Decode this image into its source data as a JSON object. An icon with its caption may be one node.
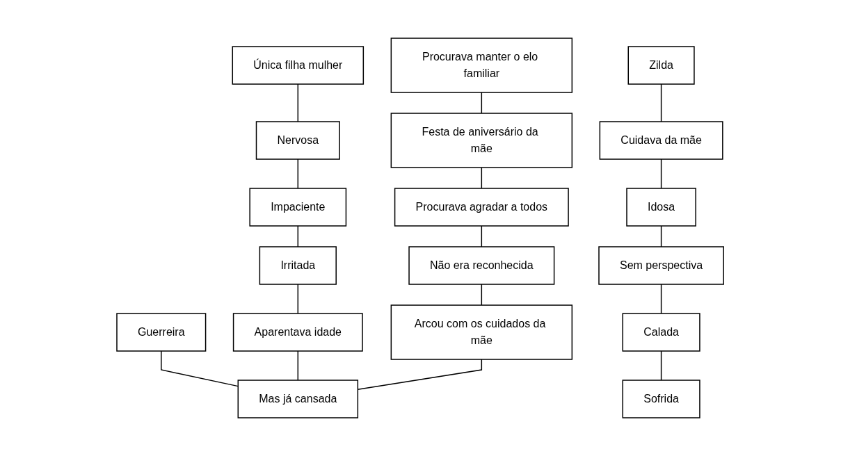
{
  "diagram": {
    "nodes": [
      {
        "text": [
          "Única filha mulher"
        ]
      },
      {
        "text": [
          "Nervosa"
        ]
      },
      {
        "text": [
          "Impaciente"
        ]
      },
      {
        "text": [
          "Irritada"
        ]
      },
      {
        "text": [
          "Aparentava idade"
        ]
      },
      {
        "text": [
          "Zilda"
        ]
      },
      {
        "text": [
          "Cuidava da mãe"
        ]
      },
      {
        "text": [
          "Idosa"
        ]
      },
      {
        "text": [
          "Sem perspectiva"
        ]
      },
      {
        "text": [
          "Calada"
        ]
      },
      {
        "text": [
          "Sofrida"
        ]
      },
      {
        "text": [
          "Guerreira"
        ]
      },
      {
        "text": [
          "Mas já cansada"
        ]
      },
      {
        "text": [
          "Procurava manter o elo familiar"
        ]
      },
      {
        "text": [
          "Festa de aniversário da mãe"
        ]
      },
      {
        "text": [
          "Procurava agradar a todos"
        ]
      },
      {
        "text": [
          "Não era reconhecida"
        ]
      },
      {
        "text": [
          "Arcou com os cuidados da mãe"
        ]
      }
    ],
    "edges": [
      {
        "from": 0,
        "to": 1,
        "arrow": "none"
      },
      {
        "from": 1,
        "to": 2,
        "arrow": "none"
      },
      {
        "from": 2,
        "to": 3,
        "arrow": "none"
      },
      {
        "from": 3,
        "to": 4,
        "arrow": "none"
      },
      {
        "from": 5,
        "to": 6,
        "arrow": "none"
      },
      {
        "from": 6,
        "to": 7,
        "arrow": "none"
      },
      {
        "from": 7,
        "to": 8,
        "arrow": "none"
      },
      {
        "from": 8,
        "to": 9,
        "arrow": "none"
      },
      {
        "from": 9,
        "to": 10,
        "arrow": "none"
      },
      {
        "from": 11,
        "to": 12,
        "arrow": "none"
      },
      {
        "from": 13,
        "to": 14,
        "arrow": "none"
      },
      {
        "from": 14,
        "to": 15,
        "arrow": "none"
      },
      {
        "from": 15,
        "to": 16,
        "arrow": "none"
      },
      {
        "from": 16,
        "to": 17,
        "arrow": "none"
      },
      {
        "from": 4,
        "to": 12,
        "arrow": "none"
      },
      {
        "from": 17,
        "to": 12,
        "arrow": "none"
      }
    ]
  }
}
